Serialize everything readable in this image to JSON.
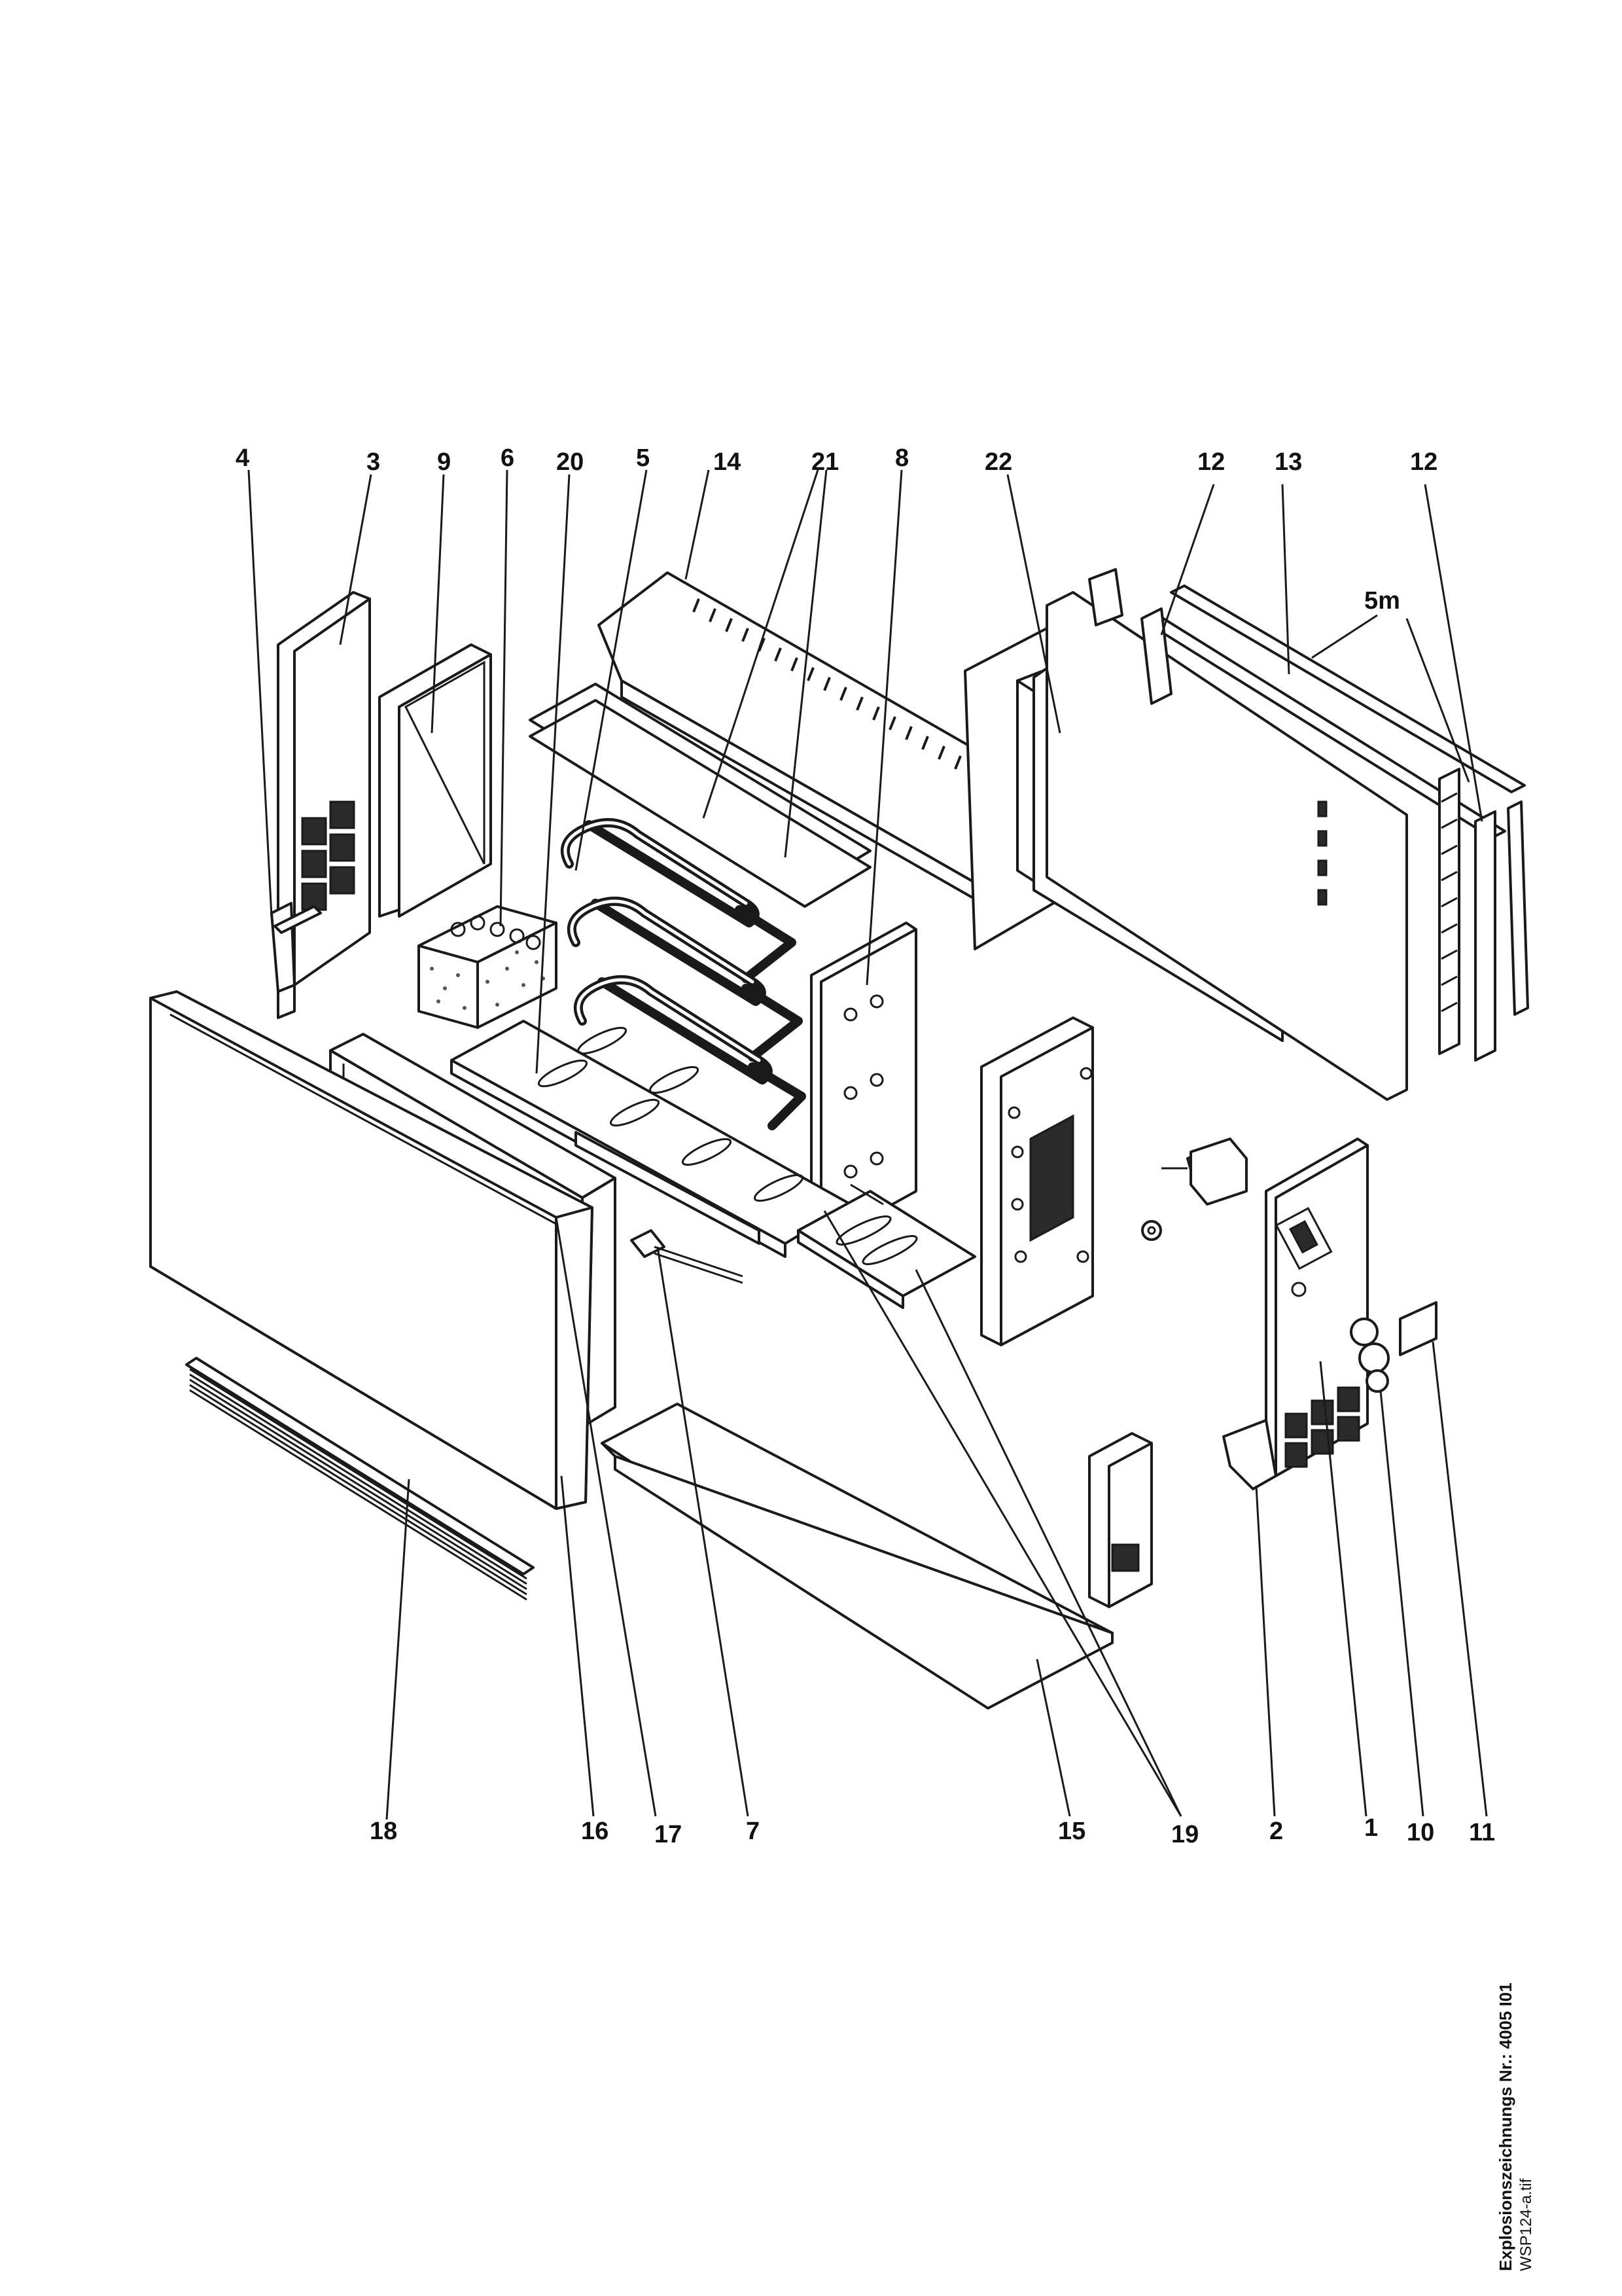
{
  "callouts": {
    "c1": "1",
    "c2": "2",
    "c3": "3",
    "c4": "4",
    "c5": "5",
    "c5m": "5m",
    "c6": "6",
    "c7": "7",
    "c8": "8",
    "c9": "9",
    "c10": "10",
    "c11": "11",
    "c12a": "12",
    "c12b": "12",
    "c13": "13",
    "c14": "14",
    "c15": "15",
    "c16": "16",
    "c17": "17",
    "c18": "18",
    "c19": "19",
    "c20": "20",
    "c21": "21",
    "c22": "22"
  },
  "caption": {
    "line1": "Explosionszeichnungs Nr.: 4005 I01",
    "line2": "WSP124-a.tif"
  },
  "colors": {
    "ink": "#1a1a1a",
    "paper": "#ffffff"
  }
}
